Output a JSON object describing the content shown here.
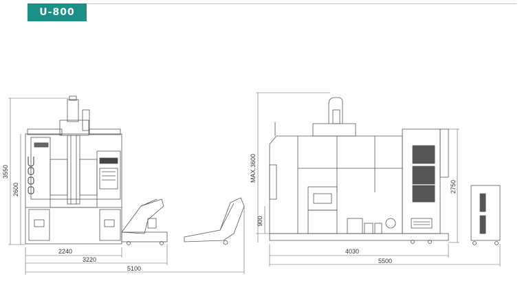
{
  "header": {
    "model": "U-800",
    "accent_color": "#1a9088"
  },
  "left_view": {
    "dim_height_total": "3550",
    "dim_height_column": "2600",
    "dim_width_1": "2240",
    "dim_width_2": "3220",
    "dim_width_3": "5100",
    "vertical_lettering": "U-800"
  },
  "right_view": {
    "dim_height_max": "MAX.3600",
    "dim_height_cabinet": "2750",
    "dim_height_low": "900",
    "dim_width_1": "4030",
    "dim_width_2": "5500"
  }
}
